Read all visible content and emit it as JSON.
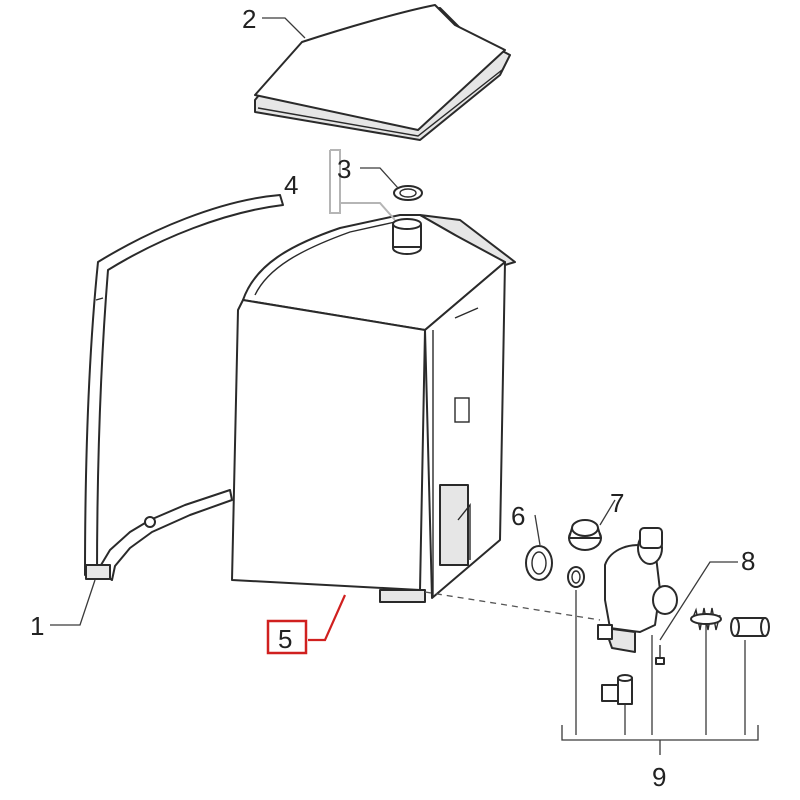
{
  "callouts": {
    "c1": "1",
    "c2": "2",
    "c3": "3",
    "c4": "4",
    "c5": "5",
    "c6": "6",
    "c7": "7",
    "c8": "8",
    "c9": "9"
  },
  "highlighted_callout": "5",
  "colors": {
    "highlight": "#d0201f",
    "line": "#2a2a2a",
    "bracket": "#b5b5b5"
  }
}
